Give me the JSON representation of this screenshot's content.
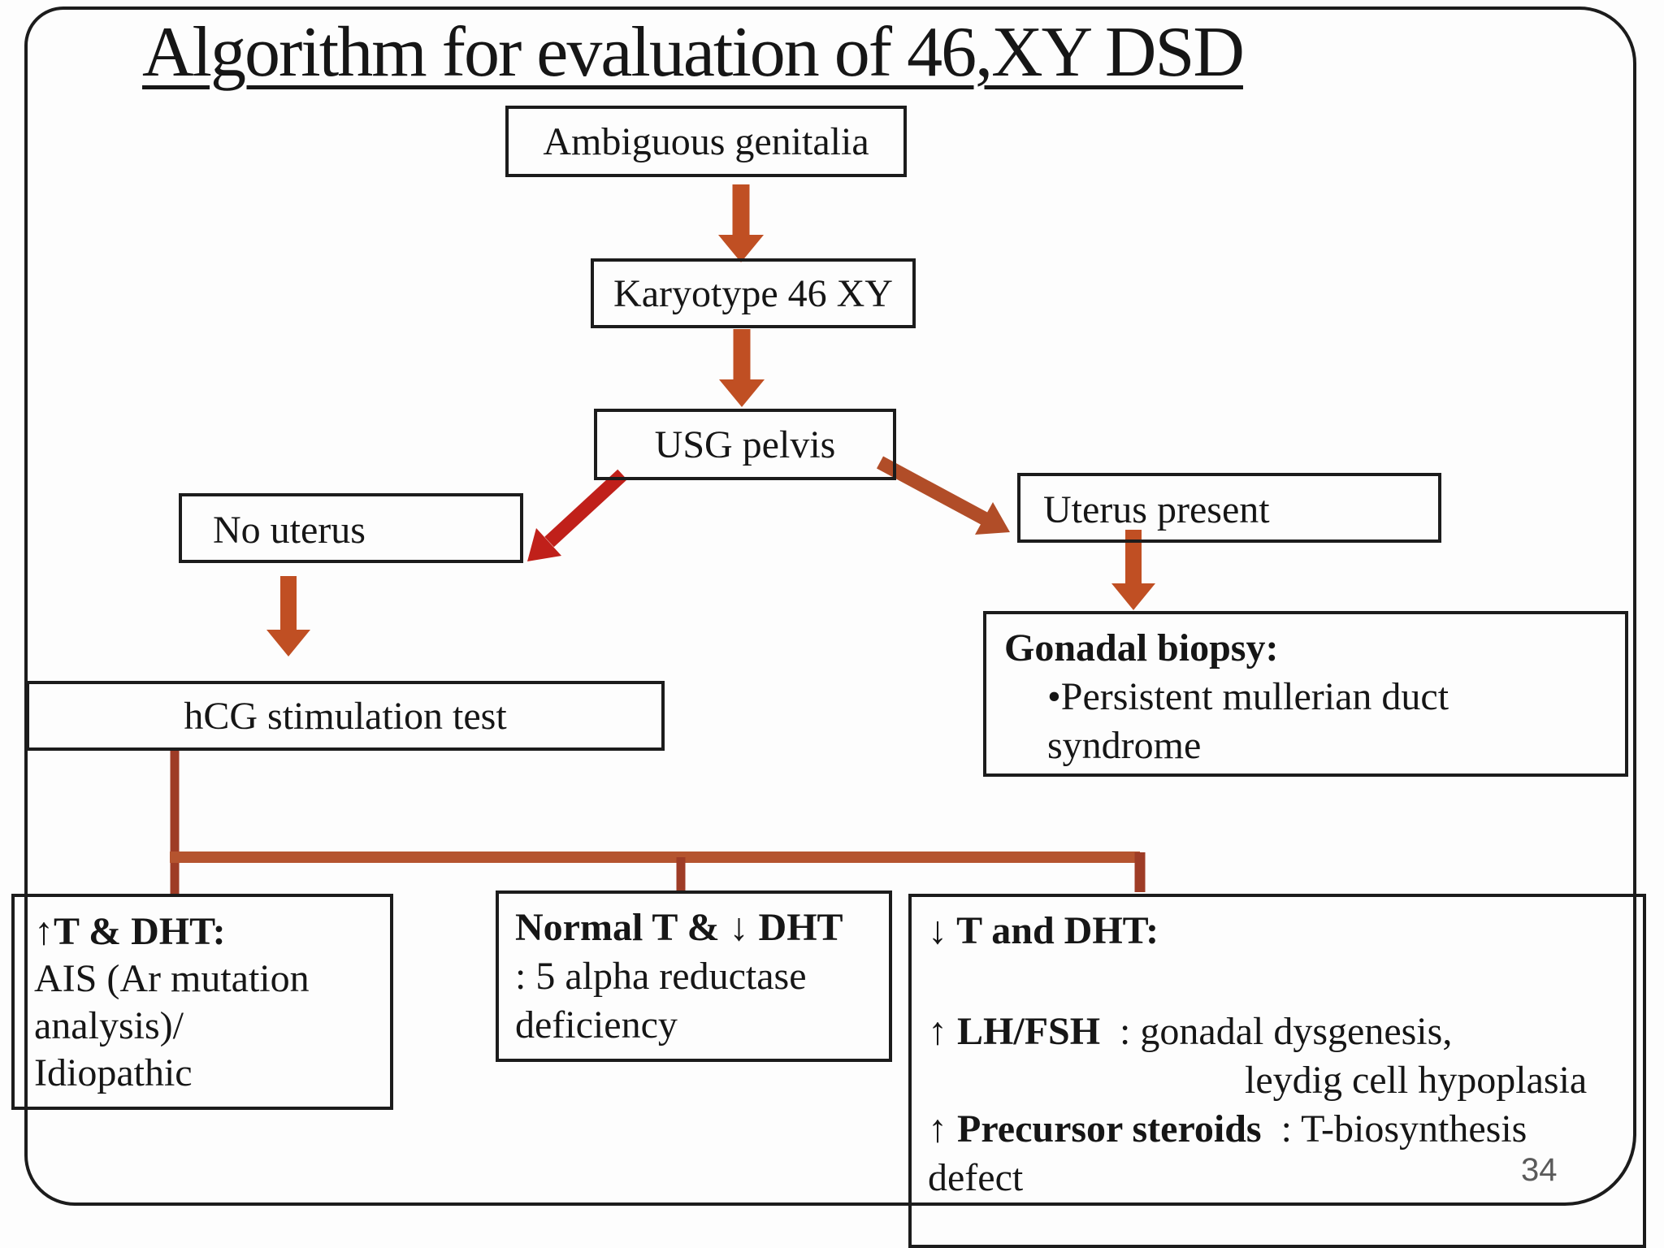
{
  "slide": {
    "title": "Algorithm for evaluation of 46,XY DSD",
    "page_number": "34"
  },
  "colors": {
    "arrow_orange": "#c04f23",
    "arrow_red": "#c0201a",
    "arrow_rust": "#b14d28",
    "connector_dark": "#9e3c26",
    "connector_light": "#b5542f",
    "border": "#1c1c1c",
    "text": "#161616",
    "page_number_gray": "#5a5a5a"
  },
  "nodes": {
    "ambiguous_genitalia": {
      "label": "Ambiguous genitalia"
    },
    "karyotype": {
      "label": "Karyotype 46 XY"
    },
    "usg_pelvis": {
      "label": "USG pelvis"
    },
    "no_uterus": {
      "label": "No uterus"
    },
    "uterus_present": {
      "label": "Uterus present"
    },
    "hcg_test": {
      "label": "hCG stimulation test"
    },
    "gonadal_biopsy": {
      "heading": "Gonadal biopsy:",
      "bullet": "•Persistent mullerian duct",
      "bullet_cont": "syndrome"
    },
    "high_t_dht": {
      "heading": "↑T & DHT:",
      "line1": "AIS (Ar mutation",
      "line2": "analysis)/",
      "line3": "Idiopathic"
    },
    "normal_t_low_dht": {
      "heading": "Normal T & ↓ DHT",
      "line1": ": 5 alpha reductase",
      "line2": "deficiency"
    },
    "low_t_dht": {
      "heading": "↓ T and DHT:",
      "lh_label": "↑ LH/FSH",
      "lh_text": ": gonadal dysgenesis,",
      "lh_text2": "leydig cell hypoplasia",
      "ps_label": "↑ Precursor steroids",
      "ps_text": ": T-biosynthesis",
      "ps_text2": "defect"
    }
  }
}
